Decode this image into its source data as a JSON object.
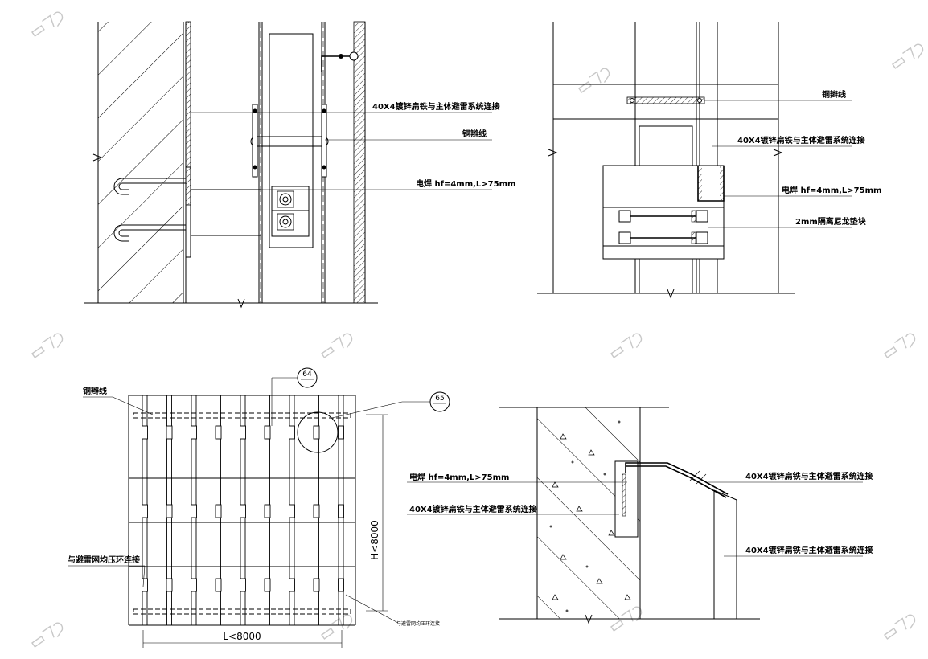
{
  "labels": {
    "flat_steel": "40X4镀锌扁铁与主体避雷系统连接",
    "copper_braid": "铜辫线",
    "weld": "电焊 hf=4mm,L>75mm",
    "nylon_pad": "2mm隔离尼龙垫块",
    "equalizing_ring": "与避雷网均压环连接",
    "equalizing_ring_small": "与避雷网均压环连接"
  },
  "callouts": {
    "detail_64": "64",
    "detail_65": "65"
  },
  "dimensions": {
    "width": "L<8000",
    "height": "H<8000"
  }
}
